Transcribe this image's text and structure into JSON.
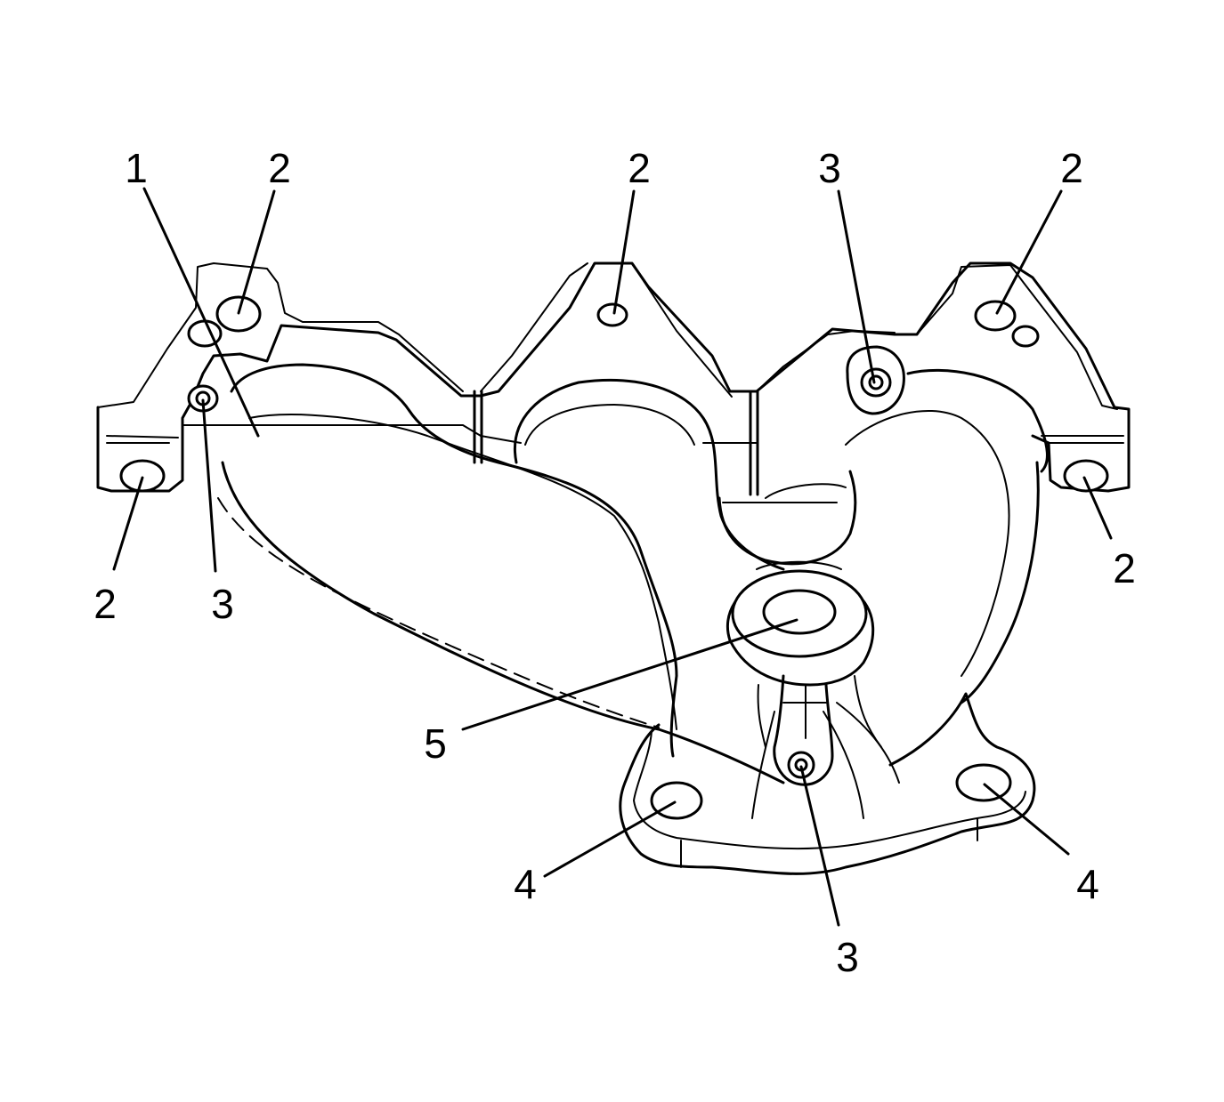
{
  "callouts": {
    "c1": "1",
    "c2a": "2",
    "c2b": "2",
    "c2c": "2",
    "c2d": "2",
    "c2e": "2",
    "c3a": "3",
    "c3b": "3",
    "c3c": "3",
    "c4a": "4",
    "c4b": "4",
    "c5": "5"
  },
  "colors": {
    "line": "#000000",
    "background": "#ffffff"
  }
}
